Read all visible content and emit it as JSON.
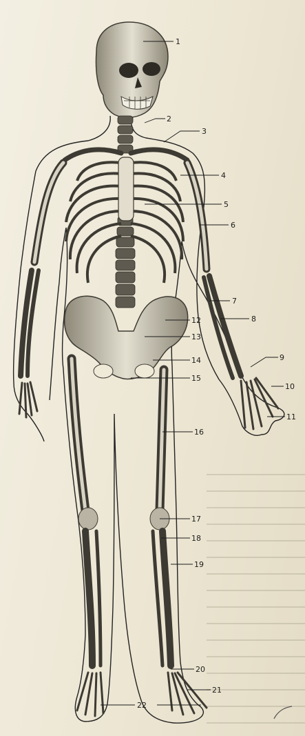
{
  "diagram": {
    "labels": [
      "1",
      "2",
      "3",
      "4",
      "5",
      "6",
      "7",
      "8",
      "9",
      "10",
      "11",
      "12",
      "13",
      "14",
      "15",
      "16",
      "17",
      "18",
      "19",
      "20",
      "21",
      "22"
    ]
  },
  "colors": {
    "paper": "#efe9d8",
    "bone": "#cfcab8",
    "bone_edge": "#3d3a33",
    "outline": "#222222"
  }
}
